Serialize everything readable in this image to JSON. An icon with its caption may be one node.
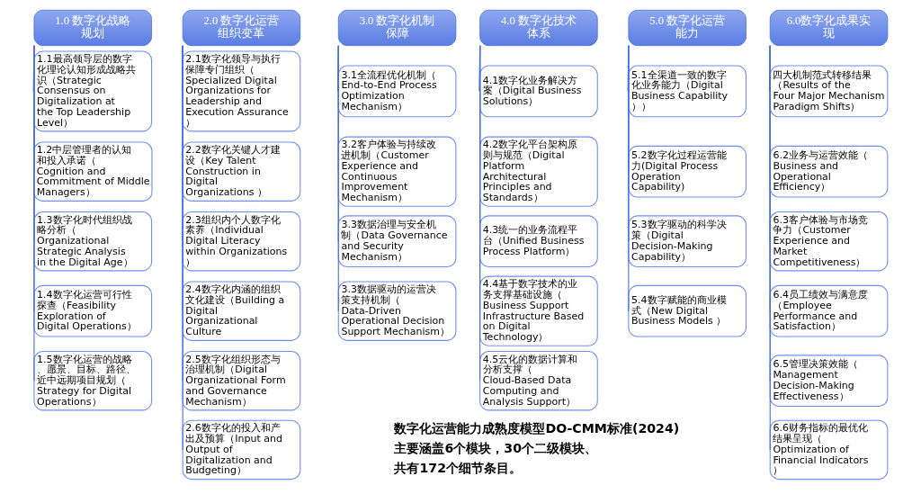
{
  "diagram": {
    "nodes": [
      {
        "text": [
          "1.0 数字化战略规划"
        ]
      },
      {
        "text": [
          "1.1最高领导层的数字化理论认知形成战略共识（Strategic Consensus on Digitalization at the Top Leadership Level）"
        ]
      },
      {
        "text": [
          "1.2中层管理者的认知和投入承诺（Cognition and Commitment of Middle Managers）"
        ]
      },
      {
        "text": [
          "1.3数字化时代组织战略分析（Organizational Strategic Analysis in the Digital Age）"
        ]
      },
      {
        "text": [
          "1.4数字化运营可行性探查（Feasibility Exploration of Digital Operations）"
        ]
      },
      {
        "text": [
          "1.5数字化运营的战略、愿景、目标、路径、近中远期项目规划（Strategy for Digital Operations）"
        ]
      },
      {
        "text": [
          "2.0 数字化运营组织变革"
        ]
      },
      {
        "text": [
          "2.1数字化领导与执行保障专门组织（Specialized Digital Organizations for Leadership and Execution Assurance）"
        ]
      },
      {
        "text": [
          "2.2数字化关键人才建设（Key Talent Construction in Digital Organizations ）"
        ]
      },
      {
        "text": [
          "2.3组织内个人数字化素养（Individual Digital Literacy within Organizations）"
        ]
      },
      {
        "text": [
          "2.4数字化内涵的组织文化建设（Building a Digital Organizational Culture"
        ]
      },
      {
        "text": [
          "2.5数字化组织形态与治理机制（Digital Organizational Form and Governance Mechanism）"
        ]
      },
      {
        "text": [
          "2.6数字化的投入和产出及预算（Input and Output of Digitalization and Budgeting）"
        ]
      },
      {
        "text": [
          "3.0 数字化机制保障"
        ]
      },
      {
        "text": [
          "3.1全流程优化机制（End-to-End Process Optimization Mechanism）"
        ]
      },
      {
        "text": [
          "3.2客户体验与持续改进机制（Customer Experience and Continuous Improvement Mechanism）"
        ]
      },
      {
        "text": [
          "3.3数据治理与安全机制（Data Governance and Security Mechanism）"
        ]
      },
      {
        "text": [
          "3.3数据驱动的运营决策支持机制（Data-Driven Operational Decision Support Mechanism）"
        ]
      },
      {
        "text": [
          "4.0 数字化技术体系"
        ]
      },
      {
        "text": [
          "4.1数字化业务解决方案（Digital Business Solutions）"
        ]
      },
      {
        "text": [
          "4.2数字化平台架构原则与规范（Digital Platform Architectural Principles and Standards）"
        ]
      },
      {
        "text": [
          "4.3统一的业务流程平台（Unified Business Process Platform）"
        ]
      },
      {
        "text": [
          "4.4基于数字技术的业务支撑基础设施（Business Support Infrastructure Based on Digital Technology）"
        ]
      },
      {
        "text": [
          "4.5云化的数据计算和分析支撑（Cloud-Based Data Computing and Analysis Support）"
        ]
      },
      {
        "text": [
          "5.0 数字化运营能力"
        ]
      },
      {
        "text": [
          "5.1全渠道一致的数字化业务能力（Digital Business Capability））"
        ]
      },
      {
        "text": [
          "5.2数字化过程运营能力(Digital Process Operation Capability)"
        ]
      },
      {
        "text": [
          "5.3数字驱动的科学决策（Digital Decision-Making Capability）"
        ]
      },
      {
        "text": [
          "5.4数字赋能的商业模式（New Digital Business Models ）"
        ]
      },
      {
        "text": [
          "6.0数字化成果实现"
        ]
      },
      {
        "text": [
          "四大机制范式转移结果（Results of the Four Major Mechanism Paradigm Shifts）"
        ]
      },
      {
        "text": [
          "6.2业务与运营效能（Business and Operational Efficiency）"
        ]
      },
      {
        "text": [
          "6.3客户体验与市场竞争力（Customer Experience and Market Competitiveness）"
        ]
      },
      {
        "text": [
          "6.4员工绩效与满意度（Employee Performance and Satisfaction）"
        ]
      },
      {
        "text": [
          "6.5管理决策效能（Management Decision-Making Effectiveness）"
        ]
      },
      {
        "text": [
          "6.6财务指标的最优化结果呈现（Optimization of Financial Indicators）"
        ]
      }
    ],
    "edges": [
      {
        "from": 0,
        "to": 1,
        "arrow": "none"
      },
      {
        "from": 0,
        "to": 2,
        "arrow": "none"
      },
      {
        "from": 0,
        "to": 3,
        "arrow": "none"
      },
      {
        "from": 0,
        "to": 4,
        "arrow": "none"
      },
      {
        "from": 0,
        "to": 5,
        "arrow": "none"
      },
      {
        "from": 6,
        "to": 7,
        "arrow": "none"
      },
      {
        "from": 6,
        "to": 8,
        "arrow": "none"
      },
      {
        "from": 6,
        "to": 9,
        "arrow": "none"
      },
      {
        "from": 6,
        "to": 10,
        "arrow": "none"
      },
      {
        "from": 6,
        "to": 11,
        "arrow": "none"
      },
      {
        "from": 6,
        "to": 12,
        "arrow": "none"
      },
      {
        "from": 13,
        "to": 14,
        "arrow": "none"
      },
      {
        "from": 13,
        "to": 15,
        "arrow": "none"
      },
      {
        "from": 13,
        "to": 16,
        "arrow": "none"
      },
      {
        "from": 13,
        "to": 17,
        "arrow": "none"
      },
      {
        "from": 18,
        "to": 19,
        "arrow": "none"
      },
      {
        "from": 18,
        "to": 20,
        "arrow": "none"
      },
      {
        "from": 18,
        "to": 21,
        "arrow": "none"
      },
      {
        "from": 18,
        "to": 22,
        "arrow": "none"
      },
      {
        "from": 18,
        "to": 23,
        "arrow": "none"
      },
      {
        "from": 24,
        "to": 25,
        "arrow": "none"
      },
      {
        "from": 24,
        "to": 26,
        "arrow": "none"
      },
      {
        "from": 24,
        "to": 27,
        "arrow": "none"
      },
      {
        "from": 24,
        "to": 28,
        "arrow": "none"
      },
      {
        "from": 29,
        "to": 30,
        "arrow": "none"
      },
      {
        "from": 29,
        "to": 31,
        "arrow": "none"
      },
      {
        "from": 29,
        "to": 32,
        "arrow": "none"
      },
      {
        "from": 29,
        "to": 33,
        "arrow": "none"
      },
      {
        "from": 29,
        "to": 34,
        "arrow": "none"
      },
      {
        "from": 29,
        "to": 35,
        "arrow": "none"
      }
    ],
    "labels": [
      "数字化运营能力成熟度模型DO-CMM标准(2024)",
      "主要涵盖6个模块，30个二级模块、",
      "共有172个细节条目。"
    ]
  }
}
